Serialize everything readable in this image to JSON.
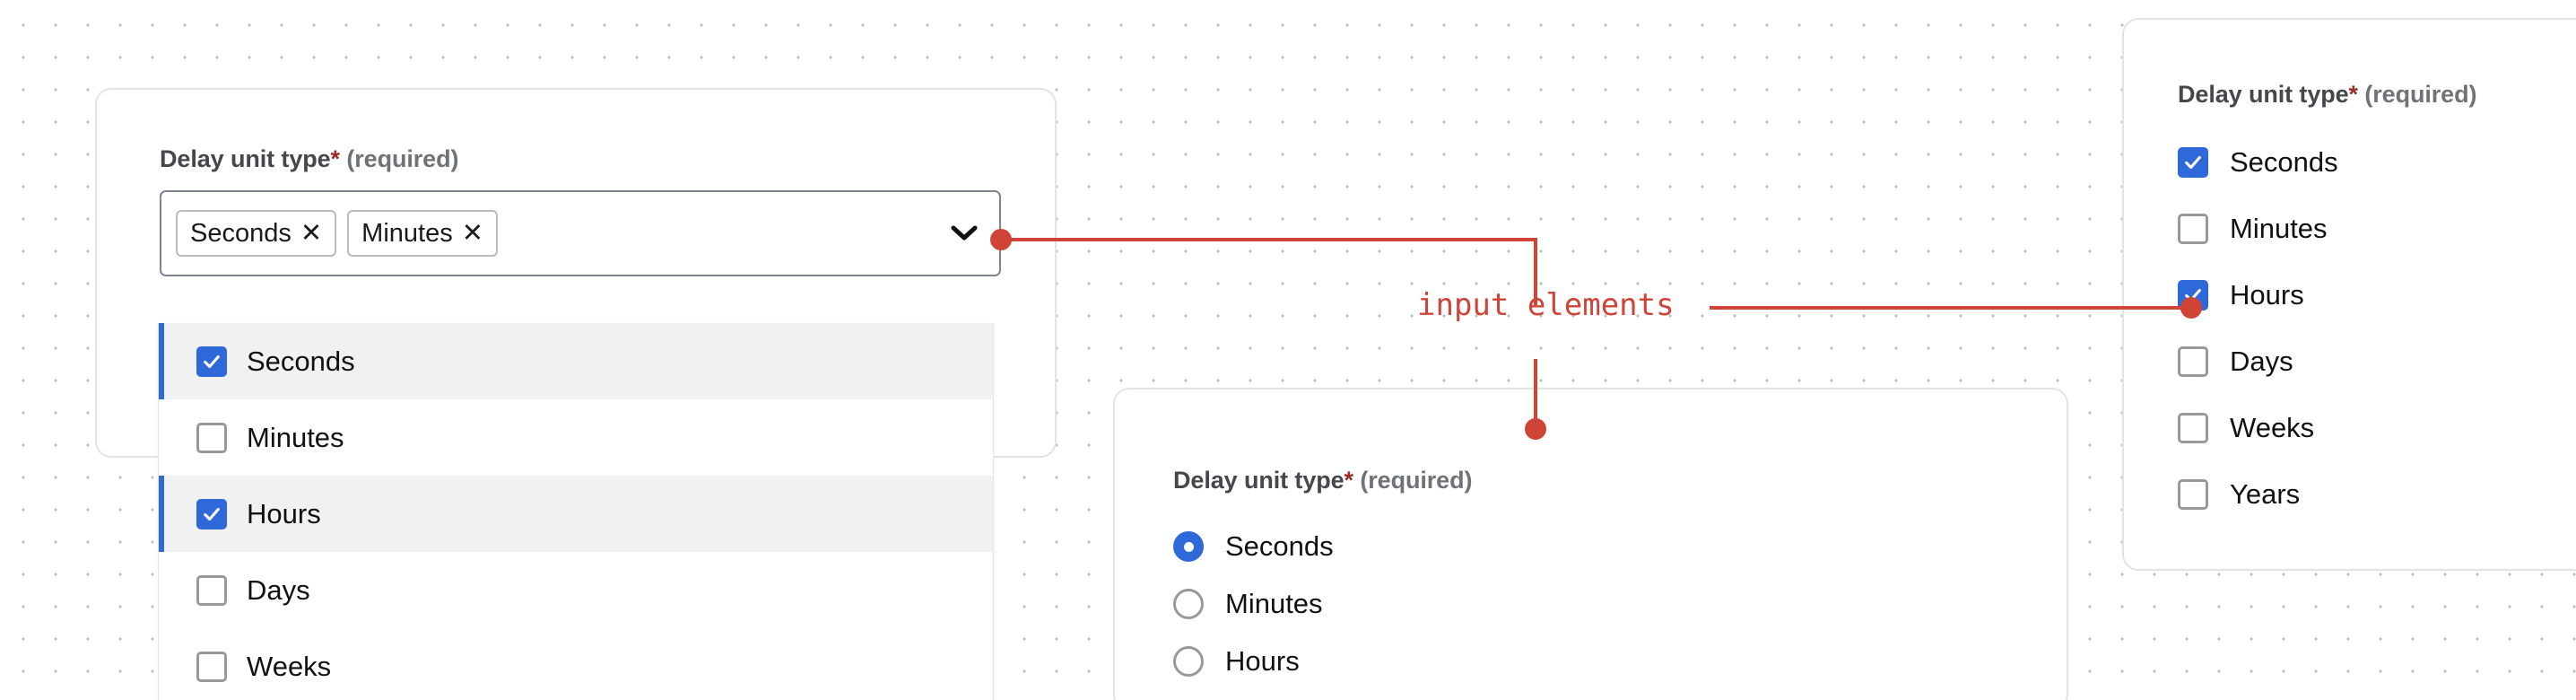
{
  "annotation": {
    "label": "input elements",
    "color": "#cf4436"
  },
  "colors": {
    "accent_blue": "#2f68d8",
    "required_star": "#9a2c24",
    "label_gray": "#44474c",
    "card_border": "#e2e3e5",
    "annotation_red": "#cf4436"
  },
  "multiselect_card": {
    "label": {
      "text": "Delay unit type",
      "star": "*",
      "required": "(required)"
    },
    "selected_chips": [
      {
        "label": "Seconds",
        "remove_glyph": "✕"
      },
      {
        "label": "Minutes",
        "remove_glyph": "✕"
      }
    ],
    "chevron": "chevron-down-icon",
    "options": [
      {
        "label": "Seconds",
        "checked": true
      },
      {
        "label": "Minutes",
        "checked": false
      },
      {
        "label": "Hours",
        "checked": true
      },
      {
        "label": "Days",
        "checked": false
      },
      {
        "label": "Weeks",
        "checked": false
      }
    ]
  },
  "radio_card": {
    "label": {
      "text": "Delay unit type",
      "star": "*",
      "required": "(required)"
    },
    "options": [
      {
        "label": "Seconds",
        "selected": true
      },
      {
        "label": "Minutes",
        "selected": false
      },
      {
        "label": "Hours",
        "selected": false
      }
    ]
  },
  "checkbox_card": {
    "label": {
      "text": "Delay unit type",
      "star": "*",
      "required": "(required)"
    },
    "options": [
      {
        "label": "Seconds",
        "checked": true
      },
      {
        "label": "Minutes",
        "checked": false
      },
      {
        "label": "Hours",
        "checked": true
      },
      {
        "label": "Days",
        "checked": false
      },
      {
        "label": "Weeks",
        "checked": false
      },
      {
        "label": "Years",
        "checked": false
      }
    ]
  }
}
